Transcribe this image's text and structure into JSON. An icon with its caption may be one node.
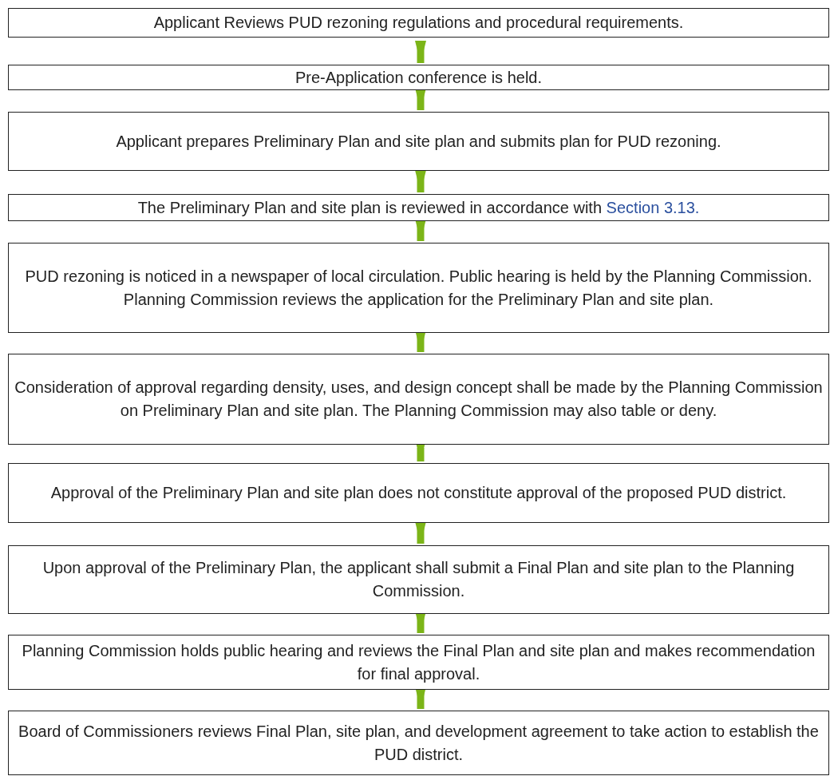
{
  "diagram": {
    "nodes": [
      {
        "text": [
          "Applicant Reviews PUD rezoning regulations and procedural requirements."
        ]
      },
      {
        "text": [
          "Pre-Application conference is held."
        ]
      },
      {
        "text": [
          "Applicant prepares Preliminary Plan and site plan and submits plan for PUD rezoning."
        ]
      },
      {
        "text": [
          "The Preliminary Plan and site plan is reviewed in accordance with",
          "Section 3.13."
        ]
      },
      {
        "text": [
          "PUD rezoning is noticed in a newspaper of local circulation. Public hearing is held by the Planning Commission. Planning Commission reviews the application for the Preliminary Plan and site plan."
        ]
      },
      {
        "text": [
          "Consideration of approval regarding density, uses, and design concept shall be made by the Planning Commission on Preliminary Plan and site plan. The Planning Commission may also table or deny."
        ]
      },
      {
        "text": [
          "Approval of the Preliminary Plan and site plan does not constitute approval of the proposed PUD district."
        ]
      },
      {
        "text": [
          "Upon approval of the Preliminary Plan, the applicant shall submit a Final Plan and site plan to the Planning Commission."
        ]
      },
      {
        "text": [
          "Planning Commission holds public hearing and reviews the Final Plan and site plan and makes recommendation for final approval."
        ]
      },
      {
        "text": [
          "Board of Commissioners reviews Final Plan, site plan, and development agreement to take action to establish the PUD district."
        ]
      }
    ],
    "edges": [
      {
        "from": 0,
        "to": 1,
        "arrow": "to"
      },
      {
        "from": 1,
        "to": 2,
        "arrow": "to"
      },
      {
        "from": 2,
        "to": 3,
        "arrow": "to"
      },
      {
        "from": 3,
        "to": 4,
        "arrow": "to"
      },
      {
        "from": 4,
        "to": 5,
        "arrow": "to"
      },
      {
        "from": 5,
        "to": 6,
        "arrow": "to"
      },
      {
        "from": 6,
        "to": 7,
        "arrow": "to"
      },
      {
        "from": 7,
        "to": 8,
        "arrow": "to"
      },
      {
        "from": 8,
        "to": 9,
        "arrow": "to"
      }
    ]
  }
}
